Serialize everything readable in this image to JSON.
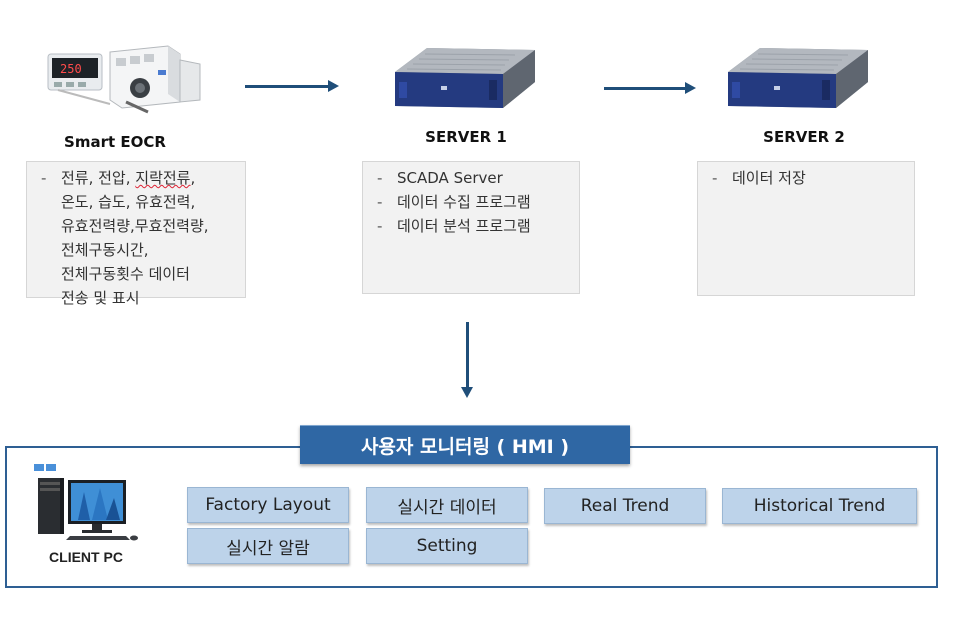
{
  "nodes": {
    "eocr": {
      "title": "Smart EOCR",
      "device_display": "250",
      "info": {
        "line1_a": "전류, 전압, ",
        "line1_b": "지락전류",
        "line1_c": ",",
        "lines": [
          "온도, 습도, 유효전력,",
          "유효전력량,무효전력량,",
          "전체구동시간,",
          "전체구동횟수 데이터",
          "전송 및 표시"
        ]
      }
    },
    "server1": {
      "title": "SERVER 1",
      "items": [
        "SCADA Server",
        "데이터 수집 프로그램",
        "데이터 분석 프로그램"
      ]
    },
    "server2": {
      "title": "SERVER 2",
      "items": [
        "데이터 저장"
      ]
    }
  },
  "hmi": {
    "title": "사용자 모니터링 ( HMI )",
    "client_label": "CLIENT PC",
    "buttons": {
      "factory_layout": "Factory Layout",
      "realtime_data": "실시간 데이터",
      "real_trend": "Real Trend",
      "historical_trend": "Historical Trend",
      "realtime_alarm": "실시간 알람",
      "setting": "Setting"
    }
  },
  "colors": {
    "arrow": "#1f4e79",
    "banner": "#2f67a4",
    "frame": "#2e5f93",
    "button": "#bdd3ea",
    "info_box": "#f2f2f2"
  },
  "icons": [
    "eocr-device-icon",
    "server-rack-icon",
    "client-pc-icon"
  ]
}
